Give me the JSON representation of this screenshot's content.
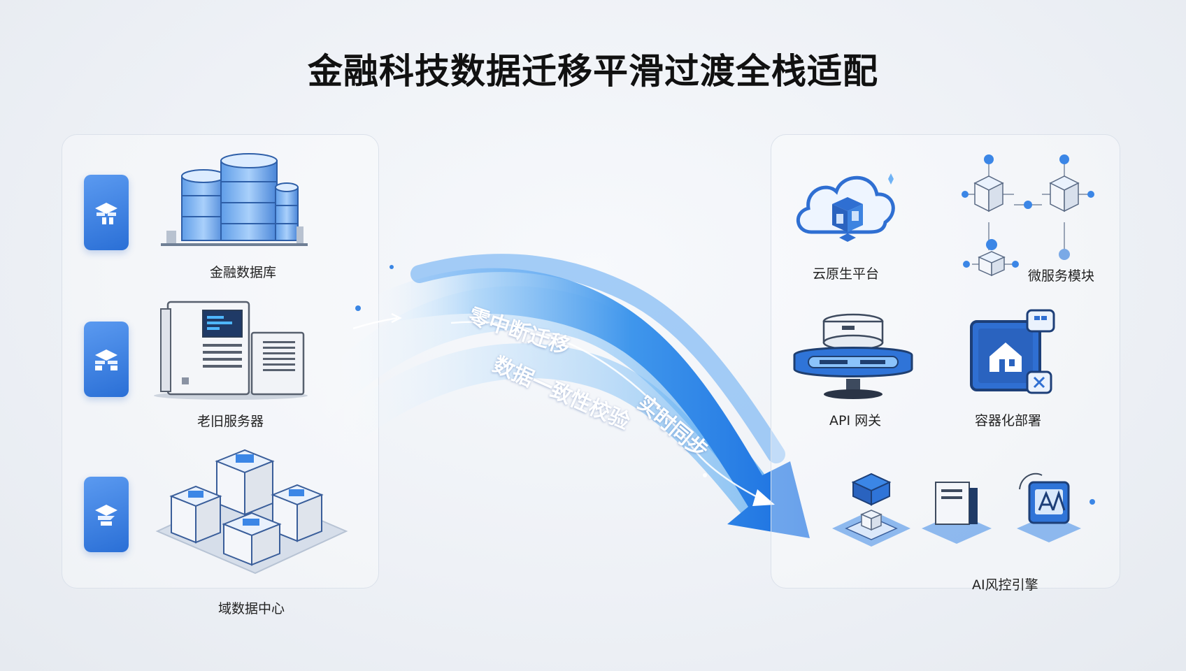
{
  "title": "金融科技数据迁移平滑过渡全栈适配",
  "legacy": {
    "items": [
      {
        "label": "金融数据库",
        "icon": "database-stack-icon"
      },
      {
        "label": "老旧服务器",
        "icon": "server-tower-icon"
      },
      {
        "label": "域数据中心",
        "icon": "data-center-icon"
      }
    ]
  },
  "flow": {
    "labels": [
      "零中断迁移",
      "数据一致性校验",
      "实时同步"
    ]
  },
  "modern": {
    "items": [
      {
        "label": "云原生平台",
        "icon": "cloud-platform-icon"
      },
      {
        "label": "微服务模块",
        "icon": "microservices-icon"
      },
      {
        "label": "API 网关",
        "icon": "api-gateway-icon"
      },
      {
        "label": "容器化部署",
        "icon": "container-icon"
      },
      {
        "label": "AI风控引擎",
        "icon": "ai-engine-icon"
      }
    ]
  },
  "colors": {
    "accent": "#2a7ae4",
    "accent_light": "#8cc4f5",
    "badge": "#3d84e6"
  }
}
